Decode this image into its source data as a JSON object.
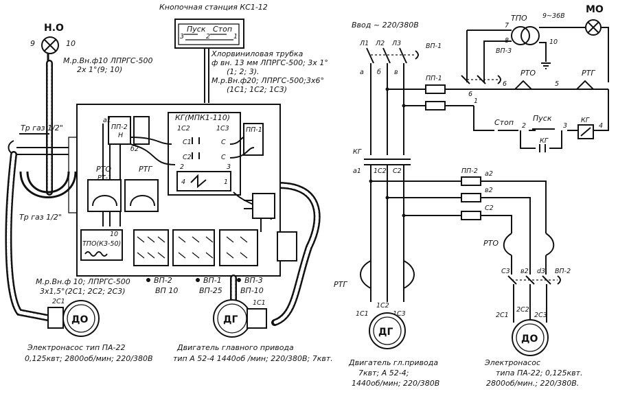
{
  "left": {
    "button_station_title": "Кнопочная станция КС1-12",
    "button_pusk": "Пуск",
    "button_stop": "Стоп",
    "bs_num3": "3",
    "bs_num2": "2",
    "bs_num1": "1",
    "pvc_tube_1": "Хлорвиниловая трубка",
    "pvc_tube_2": "ф вн. 13 мм ЛПРГС-500; 3х 1°",
    "pvc_tube_3": "(1; 2; 3).",
    "hose20_1": "М.р.Вн.ф20; ЛПРГС-500;3х6°",
    "hose20_2": "(1С1; 1С2; 1С3)",
    "lamp_label": "Н.О",
    "lamp_pin9": "9",
    "lamp_pin10": "10",
    "hose10_top_1": "М.р.Вн.ф10 ЛПРГС-500",
    "hose10_top_2": "2х 1°(9; 10)",
    "pipe_top": "Тр газ 1/2\"",
    "pipe_bottom": "Тр газ 1/2\"",
    "kg_title": "КГ(МПК1-110)",
    "kg_c1": "С1",
    "kg_c": "С",
    "kg_c2": "С2",
    "kg_1c2": "1С2",
    "kg_1c3": "1С3",
    "kg_2": "2",
    "kg_3": "3",
    "kg_4": "4",
    "kg_1": "1",
    "pp2": "ПП-2",
    "pp1": "ПП-1",
    "pp_a": "а1",
    "pp_b": "б2",
    "pp_n": "Н",
    "rto": "РТО",
    "rt1": "РТ-1",
    "rtg": "РТГ",
    "tpo": "ТПО(КЗ-50)",
    "tpo_10": "10",
    "vp2": "ВП-2",
    "vp2_sub": "ВП 10",
    "vp1": "ВП-1",
    "vp1_sub": "ВП-25",
    "vp3": "ВП-3",
    "vp3_sub": "ВП-10",
    "hose10_bot_1": "М.р.Вн.ф 10; ЛПРГС-500",
    "hose10_bot_2": "3х1,5°(2С1; 2С2; 2С3)",
    "pump_label": "ДО",
    "pump_term": "2С1",
    "motor_label": "ДГ",
    "motor_term": "1С1",
    "pump_cap_1": "Электронасос тип ПА-22",
    "pump_cap_2": "0,125квт; 2800об/мин; 220/380В",
    "motor_cap_1": "Двигатель главного привода",
    "motor_cap_2": "тип А 52-4 1440об /мин; 220/380В; 7квт."
  },
  "right": {
    "input": "Ввод ~ 220/380В",
    "l1": "Л1",
    "l2": "Л2",
    "l3": "Л3",
    "vp1": "ВП-1",
    "a": "а",
    "b": "б",
    "v": "в",
    "tpo": "ТПО",
    "tpo_7": "7",
    "tpo_8": "8",
    "tpo_9": "9~36В",
    "tpo_10": "10",
    "vp3": "ВП-3",
    "mo": "МО",
    "pp1": "ПП-1",
    "n6": "6",
    "n6b": "6",
    "n5": "5",
    "n1": "1",
    "rto": "РТО",
    "rtg": "РТГ",
    "stop": "Стоп",
    "pusk": "Пуск",
    "n2": "2",
    "n3": "3",
    "n4": "4",
    "kg_coil": "КГ",
    "kg_aux": "КГ",
    "kg_main": "КГ",
    "a1": "а1",
    "c1": "1С2",
    "c2": "С2",
    "pp2": "ПП-2",
    "a2": "а2",
    "b2": "в2",
    "cc2": "С2",
    "rto2": "РТО",
    "c3": "С3",
    "b3": "в2",
    "d3": "d3",
    "vp2": "ВП-2",
    "rtg2": "РТГ",
    "m_1c1": "1С1",
    "m_1c2": "1С2",
    "m_1c3": "1С3",
    "p_2c1": "2С1",
    "p_2c2": "2С2",
    "p_2c3": "2С3",
    "motor_label": "ДГ",
    "pump_label": "ДО",
    "motor_cap_1": "Двигатель гл.привода",
    "motor_cap_2": "7квт; А 52-4;",
    "motor_cap_3": "1440об/мин; 220/380В",
    "pump_cap_1": "Электронасос",
    "pump_cap_2": "типа ПА-22; 0,125квт.",
    "pump_cap_3": "2800об/мин.; 220/380В."
  }
}
